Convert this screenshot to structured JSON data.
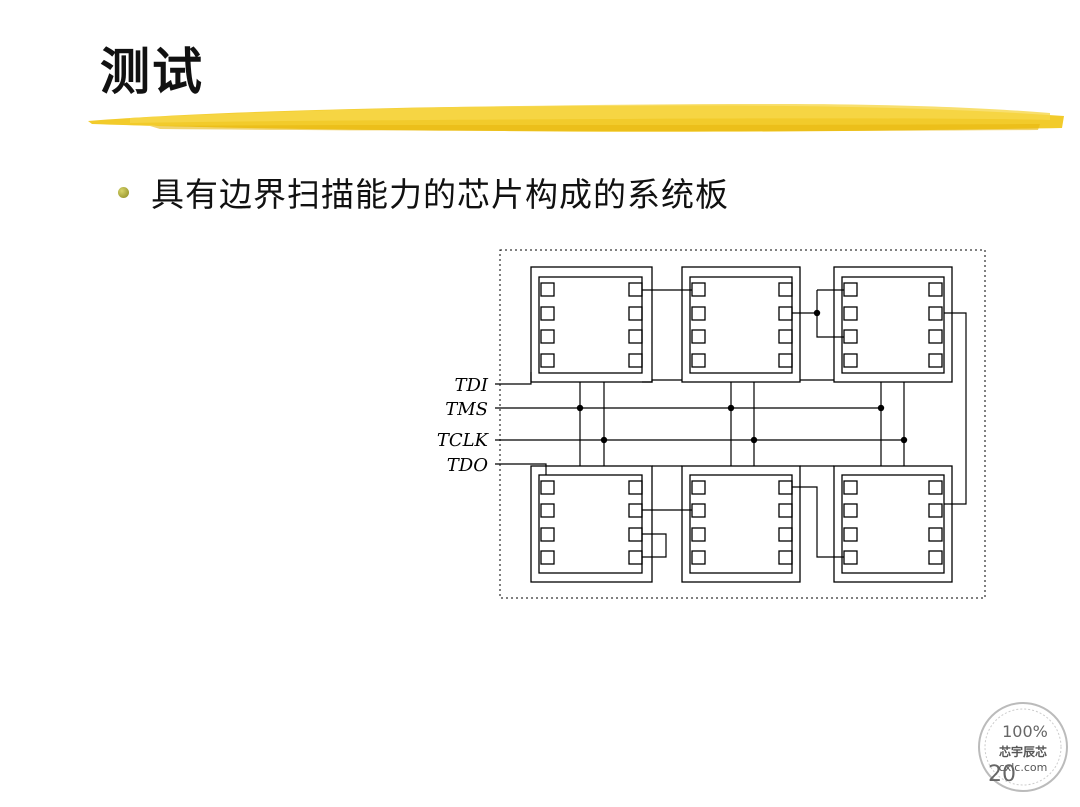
{
  "slide": {
    "title": "测试",
    "bullet": "具有边界扫描能力的芯片构成的系统板",
    "page_number": "20"
  },
  "diagram": {
    "signals": [
      "TDI",
      "TMS",
      "TCLK",
      "TDO"
    ]
  },
  "watermark": {
    "top": "100%",
    "middle": "芯宇辰芯",
    "bottom": "cxlc.com"
  },
  "colors": {
    "highlight_stroke": "#f0c419",
    "bullet": "#a4a22c"
  }
}
